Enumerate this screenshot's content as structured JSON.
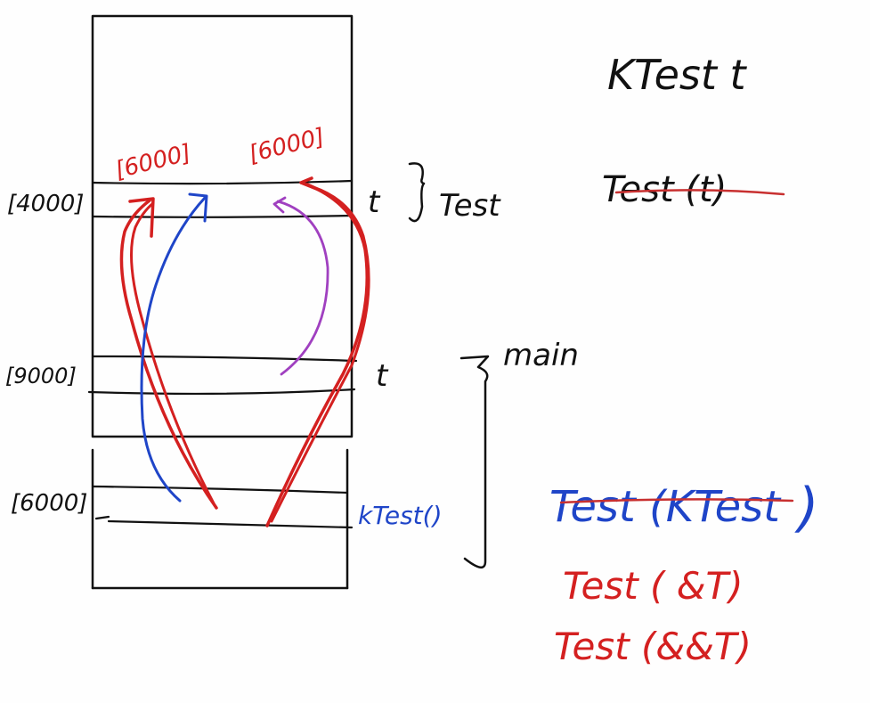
{
  "colors": {
    "ink": "#111111",
    "red": "#d42020",
    "blue": "#1f45c8",
    "purple": "#a040c0",
    "strike_red": "#c83030"
  },
  "memory_upper": {
    "address_labels": [
      "[4000]",
      "[9000]"
    ],
    "cell_value_labels": [
      "[6000]",
      "[6000]"
    ],
    "slot_labels": [
      "t",
      "t"
    ],
    "test_brace_label": "Test",
    "main_brace_label": "main"
  },
  "memory_lower": {
    "address_label": "[6000]",
    "call_label": "kTest()"
  },
  "notes": {
    "declaration": "KTest t",
    "struck_call": "Test (t)",
    "struck_call_blue": "Test (KTest",
    "struck_call_blue_close": ")",
    "ref_call_1": "Test ( &T)",
    "ref_call_2": "Test (&&T)"
  }
}
